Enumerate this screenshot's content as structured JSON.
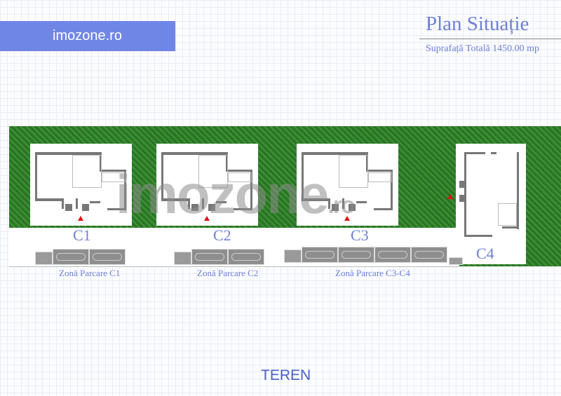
{
  "logo": {
    "text": "imozone.ro",
    "color": "#7086e6"
  },
  "header": {
    "title": "Plan Situație",
    "subtitle": "Suprafață Totală 1450.00 mp"
  },
  "watermark": {
    "main": "imozone",
    ".ro": ".ro"
  },
  "houses": [
    {
      "label": "C1"
    },
    {
      "label": "C2"
    },
    {
      "label": "C3"
    },
    {
      "label": "C4"
    }
  ],
  "parking": [
    {
      "label": "Zonă Parcare C1",
      "spaces": 2
    },
    {
      "label": "Zonă Parcare C2",
      "spaces": 2
    },
    {
      "label": "Zonă Parcare C3-C4",
      "spaces": 4
    }
  ],
  "footer": {
    "label": "TEREN"
  },
  "colors": {
    "accent": "#6f80d8",
    "grass": "#3d9434",
    "walls": "#777777",
    "entry_arrow": "#e01010"
  }
}
